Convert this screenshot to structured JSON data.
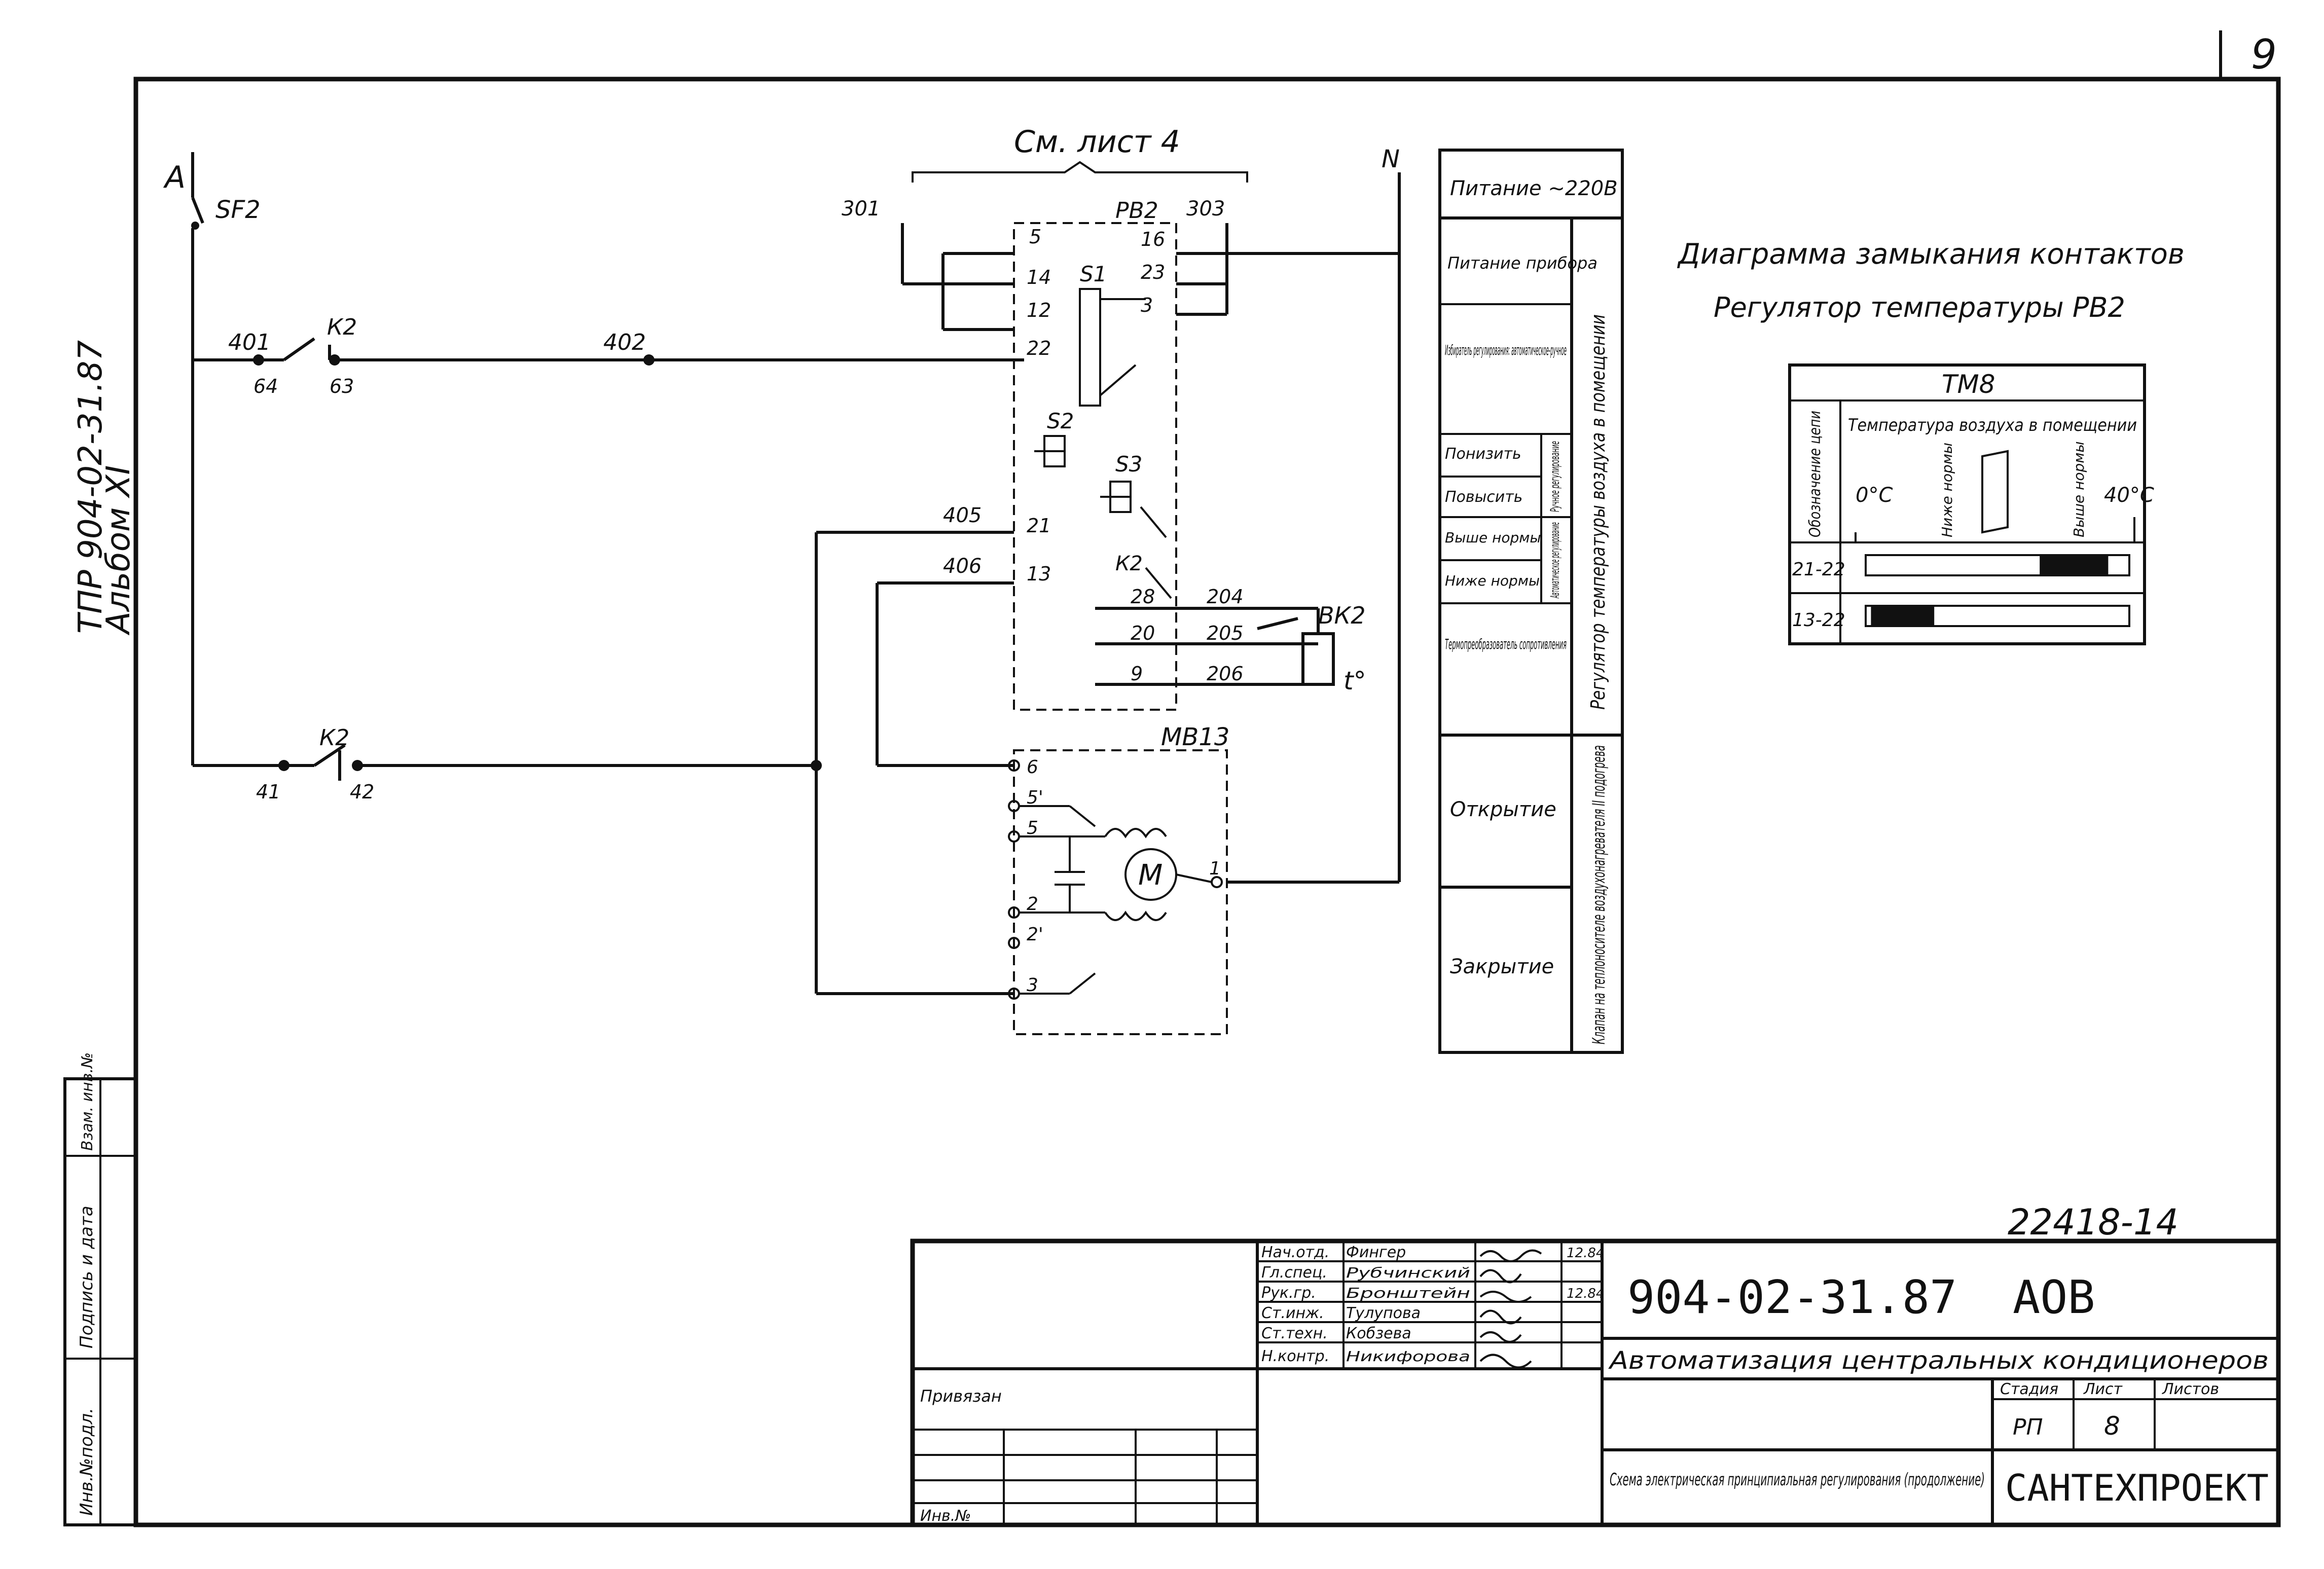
{
  "sheet": {
    "page_number": "9",
    "side_stamp_line1": "ТПР 904-02-31.87",
    "side_stamp_line2": "Альбом XI",
    "side_table_labels": [
      "Инв.№подл.",
      "Подпись и дата",
      "Взам. инв.№"
    ],
    "inventory_number": "22418-14"
  },
  "schematic": {
    "phase_label": "A",
    "breaker_label": "SF2",
    "neutral_label": "N",
    "see_sheet_label": "См. лист 4",
    "wire_labels": [
      "301",
      "303",
      "401",
      "402",
      "405",
      "406",
      "204",
      "205",
      "206"
    ],
    "relay_labels": [
      "К2",
      "К2",
      "К2"
    ],
    "relay_contact_labels": [
      "64",
      "63",
      "41",
      "42"
    ],
    "device_label": "РВ2",
    "switch_labels": [
      "S1",
      "S2",
      "S3"
    ],
    "terminal_labels": [
      "5",
      "14",
      "12",
      "22",
      "21",
      "13",
      "16",
      "23",
      "3",
      "28",
      "20",
      "9"
    ],
    "sensor_label": "ВК2",
    "sensor_symbol": "t°",
    "actuator_label": "МВ13",
    "actuator_terminals": [
      "6",
      "5'",
      "5",
      "2",
      "2'",
      "3",
      "1"
    ],
    "motor_symbol": "M"
  },
  "legend": {
    "power_header": "Питание ~220В",
    "rows": [
      "Питание прибора",
      "Избиратель регулирования: автоматическое-ручное",
      "Понизить",
      "Повысить",
      "Выше нормы",
      "Ниже нормы",
      "Термопреобразователь сопротивления",
      "Открытие",
      "Закрытие"
    ],
    "sub_manual": "Ручное регулирование",
    "sub_auto": "Автоматическое регулирование",
    "group_regulator": "Регулятор температуры воздуха в помещении",
    "group_valve": "Клапан на теплоносителе воздухонагревателя II подогрева"
  },
  "contact_diagram": {
    "title": "Диаграмма замыкания контактов",
    "subtitle": "Регулятор температуры РВ2",
    "device": "ТМ8",
    "col_header_circuit": "Обозначение цепи",
    "col_header_temperature": "Температура воздуха в помещении",
    "zone_below": "Ниже нормы",
    "zone_above": "Выше нормы",
    "temp_min": "0°С",
    "temp_max": "40°С",
    "rows": [
      {
        "circuit": "21-22",
        "closed_from": 0.66,
        "closed_to": 0.92
      },
      {
        "circuit": "13-22",
        "closed_from": 0.02,
        "closed_to": 0.26
      }
    ]
  },
  "title_block": {
    "doc_code": "904-02-31.87",
    "mark": "АОВ",
    "project": "Автоматизация центральных кондиционеров",
    "drawing_title": "Схема электрическая принципиальная регулирования (продолжение)",
    "organization": "САНТЕХПРОЕКТ",
    "stage_header": "Стадия",
    "sheet_header": "Лист",
    "sheets_header": "Листов",
    "stage": "РП",
    "sheet": "8",
    "linked_label": "Привязан",
    "inv_label": "Инв.№",
    "signatures": [
      {
        "role": "Нач.отд.",
        "name": "Фингер",
        "date": "12.84"
      },
      {
        "role": "Гл.спец.",
        "name": "Рубчинский",
        "date": ""
      },
      {
        "role": "Рук.гр.",
        "name": "Бронштейн",
        "date": "12.84"
      },
      {
        "role": "Ст.инж.",
        "name": "Тулупова",
        "date": ""
      },
      {
        "role": "Ст.техн.",
        "name": "Кобзева",
        "date": ""
      },
      {
        "role": "Н.контр.",
        "name": "Никифорова",
        "date": ""
      }
    ]
  }
}
